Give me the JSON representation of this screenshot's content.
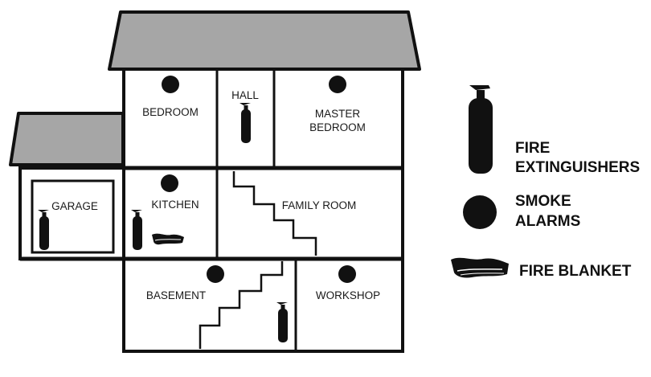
{
  "colors": {
    "roof": "#a6a6a6",
    "outline": "#111111",
    "icon": "#111111",
    "wall": "#ffffff"
  },
  "rooms": {
    "bedroom": "BEDROOM",
    "hall": "HALL",
    "master_bedroom": [
      "MASTER",
      "BEDROOM"
    ],
    "garage": "GARAGE",
    "kitchen": "KITCHEN",
    "family_room": "FAMILY ROOM",
    "basement": "BASEMENT",
    "workshop": "WORKSHOP"
  },
  "legend": {
    "extinguishers": [
      "FIRE",
      "EXTINGUISHERS"
    ],
    "smoke_alarms": [
      "SMOKE",
      "ALARMS"
    ],
    "fire_blanket": "FIRE BLANKET"
  },
  "icons": {
    "extinguisher": "fire-extinguisher-icon",
    "smoke_alarm": "smoke-alarm-icon",
    "blanket": "fire-blanket-icon"
  }
}
